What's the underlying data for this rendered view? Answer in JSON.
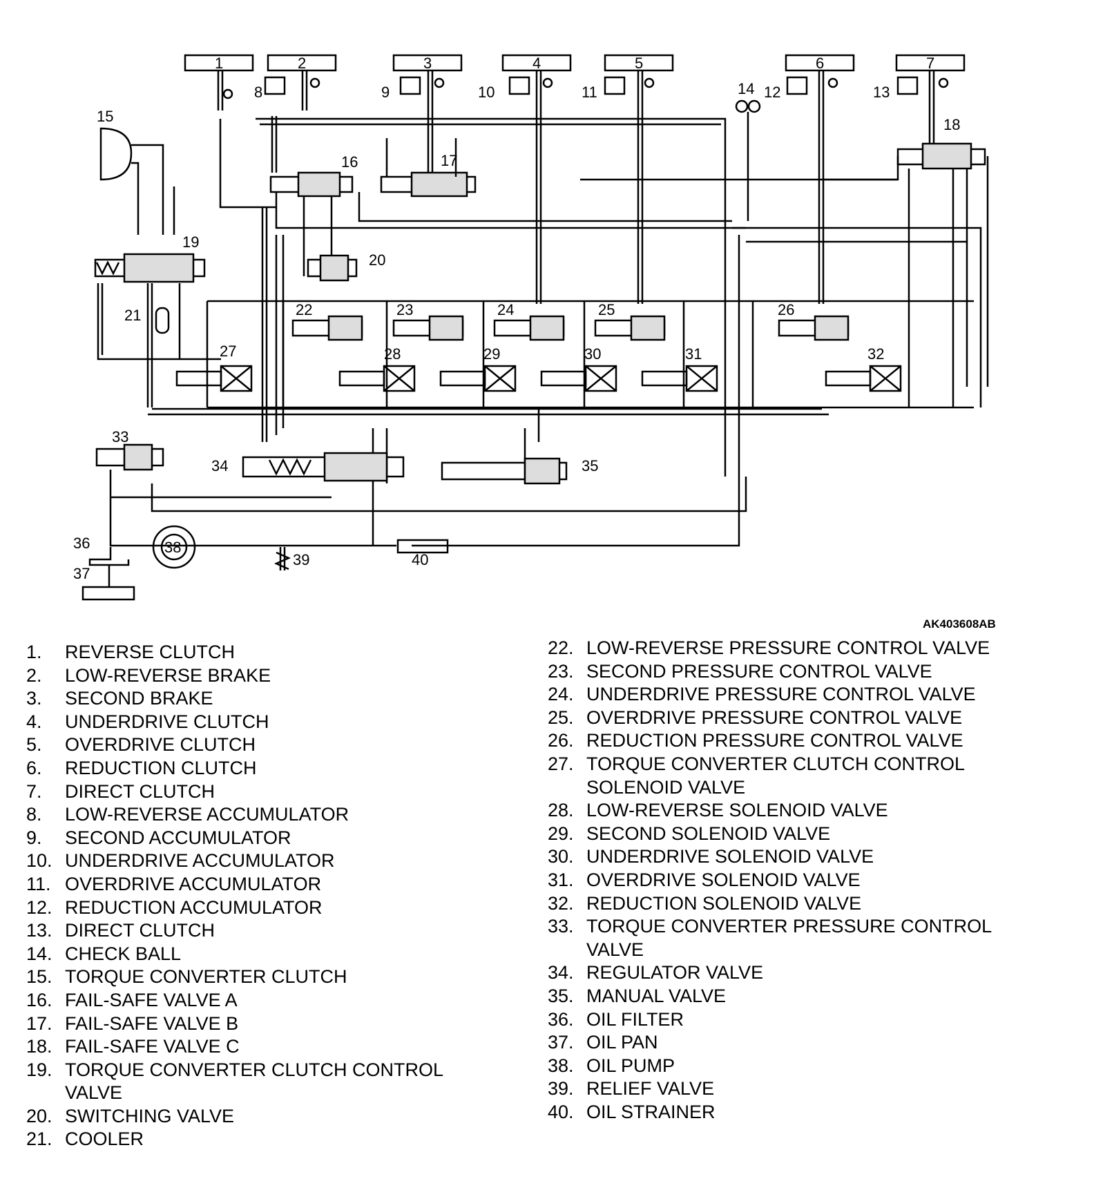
{
  "figure_id": "AK403608AB",
  "callouts": [
    "1",
    "2",
    "3",
    "4",
    "5",
    "6",
    "7",
    "8",
    "9",
    "10",
    "11",
    "12",
    "13",
    "14",
    "15",
    "16",
    "17",
    "18",
    "19",
    "20",
    "21",
    "22",
    "23",
    "24",
    "25",
    "26",
    "27",
    "28",
    "29",
    "30",
    "31",
    "32",
    "33",
    "34",
    "35",
    "36",
    "37",
    "38",
    "39",
    "40"
  ],
  "legend_left": [
    {
      "num": "1.",
      "label": "REVERSE CLUTCH"
    },
    {
      "num": "2.",
      "label": "LOW-REVERSE BRAKE"
    },
    {
      "num": "3.",
      "label": "SECOND BRAKE"
    },
    {
      "num": "4.",
      "label": "UNDERDRIVE CLUTCH"
    },
    {
      "num": "5.",
      "label": "OVERDRIVE CLUTCH"
    },
    {
      "num": "6.",
      "label": "REDUCTION CLUTCH"
    },
    {
      "num": "7.",
      "label": "DIRECT CLUTCH"
    },
    {
      "num": "8.",
      "label": "LOW-REVERSE ACCUMULATOR"
    },
    {
      "num": "9.",
      "label": "SECOND ACCUMULATOR"
    },
    {
      "num": "10.",
      "label": "UNDERDRIVE ACCUMULATOR"
    },
    {
      "num": "11.",
      "label": "OVERDRIVE ACCUMULATOR"
    },
    {
      "num": "12.",
      "label": "REDUCTION ACCUMULATOR"
    },
    {
      "num": "13.",
      "label": "DIRECT CLUTCH"
    },
    {
      "num": "14.",
      "label": "CHECK BALL"
    },
    {
      "num": "15.",
      "label": "TORQUE CONVERTER CLUTCH"
    },
    {
      "num": "16.",
      "label": "FAIL-SAFE VALVE A"
    },
    {
      "num": "17.",
      "label": "FAIL-SAFE VALVE B"
    },
    {
      "num": "18.",
      "label": "FAIL-SAFE VALVE C"
    },
    {
      "num": "19.",
      "label": "TORQUE CONVERTER CLUTCH CONTROL\nVALVE"
    },
    {
      "num": "20.",
      "label": "SWITCHING VALVE"
    },
    {
      "num": "21.",
      "label": "COOLER"
    }
  ],
  "legend_right": [
    {
      "num": "22.",
      "label": "LOW-REVERSE PRESSURE CONTROL VALVE"
    },
    {
      "num": "23.",
      "label": "SECOND PRESSURE CONTROL VALVE"
    },
    {
      "num": "24.",
      "label": "UNDERDRIVE PRESSURE CONTROL VALVE"
    },
    {
      "num": "25.",
      "label": "OVERDRIVE PRESSURE CONTROL VALVE"
    },
    {
      "num": "26.",
      "label": "REDUCTION PRESSURE CONTROL VALVE"
    },
    {
      "num": "27.",
      "label": "TORQUE CONVERTER CLUTCH CONTROL\nSOLENOID VALVE"
    },
    {
      "num": "28.",
      "label": "LOW-REVERSE SOLENOID VALVE"
    },
    {
      "num": "29.",
      "label": "SECOND SOLENOID VALVE"
    },
    {
      "num": "30.",
      "label": "UNDERDRIVE SOLENOID VALVE"
    },
    {
      "num": "31.",
      "label": "OVERDRIVE SOLENOID VALVE"
    },
    {
      "num": "32.",
      "label": "REDUCTION SOLENOID VALVE"
    },
    {
      "num": "33.",
      "label": "TORQUE CONVERTER PRESSURE CONTROL\nVALVE"
    },
    {
      "num": "34.",
      "label": "REGULATOR VALVE"
    },
    {
      "num": "35.",
      "label": "MANUAL VALVE"
    },
    {
      "num": "36.",
      "label": "OIL FILTER"
    },
    {
      "num": "37.",
      "label": "OIL PAN"
    },
    {
      "num": "38.",
      "label": "OIL PUMP"
    },
    {
      "num": "39.",
      "label": "RELIEF VALVE"
    },
    {
      "num": "40.",
      "label": "OIL STRAINER"
    }
  ]
}
